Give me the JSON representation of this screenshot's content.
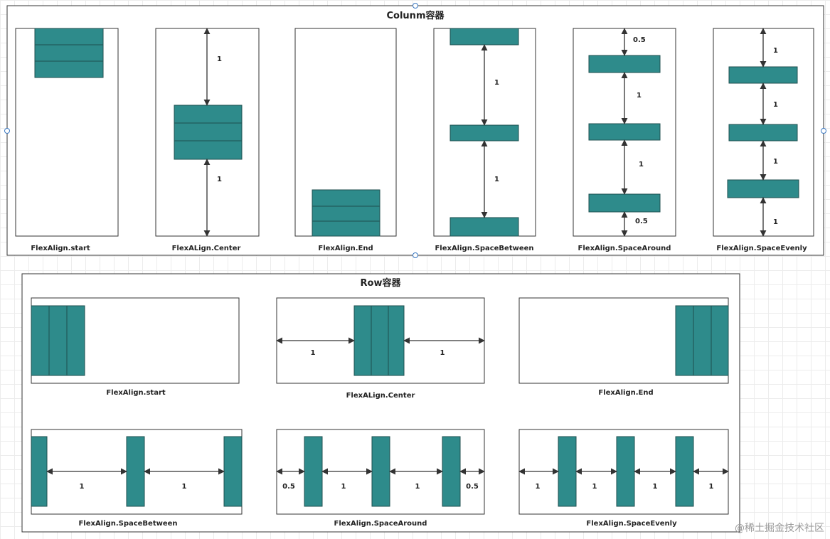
{
  "column_section": {
    "title": "Colunm容器",
    "panels": [
      {
        "caption": "FlexAlign.start",
        "labels": []
      },
      {
        "caption": "FlexALign.Center",
        "labels": [
          "1",
          "1"
        ]
      },
      {
        "caption": "FlexAlign.End",
        "labels": []
      },
      {
        "caption": "FlexAlign.SpaceBetween",
        "labels": [
          "1",
          "1"
        ]
      },
      {
        "caption": "FlexAlign.SpaceAround",
        "labels": [
          "0.5",
          "1",
          "1",
          "0.5"
        ]
      },
      {
        "caption": "FlexAlign.SpaceEvenly",
        "labels": [
          "1",
          "1",
          "1",
          "1"
        ]
      }
    ]
  },
  "row_section": {
    "title": "Row容器",
    "panels": [
      {
        "caption": "FlexAlign.start",
        "labels": []
      },
      {
        "caption": "FlexALign.Center",
        "labels": [
          "1",
          "1"
        ]
      },
      {
        "caption": "FlexAlign.End",
        "labels": []
      },
      {
        "caption": "FlexAlign.SpaceBetween",
        "labels": [
          "1",
          "1"
        ]
      },
      {
        "caption": "FlexAlign.SpaceAround",
        "labels": [
          "0.5",
          "1",
          "1",
          "0.5"
        ]
      },
      {
        "caption": "FlexAlign.SpaceEvenly",
        "labels": [
          "1",
          "1",
          "1",
          "1"
        ]
      }
    ]
  },
  "watermark": "@稀土掘金技术社区",
  "colors": {
    "item_fill": "#2e8b8b",
    "item_stroke": "#1f4f4f",
    "line": "#333333",
    "handle": "#3a78c2"
  }
}
